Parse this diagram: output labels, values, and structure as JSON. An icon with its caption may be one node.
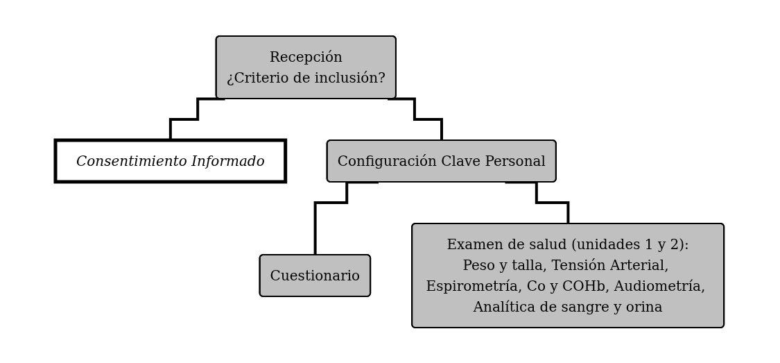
{
  "diagram": {
    "nodes": [
      {
        "text": [
          "Recepción",
          "¿Criterio de inclusión?"
        ]
      },
      {
        "text": [
          "Consentimiento Informado"
        ]
      },
      {
        "text": [
          "Configuración Clave Personal"
        ]
      },
      {
        "text": [
          "Cuestionario"
        ]
      },
      {
        "text": [
          "Examen de salud (unidades 1 y 2):",
          "Peso y talla, Tensión Arterial, Espirometría, Co y COHb, Audiometría, Analítica de sangre y orina"
        ]
      }
    ],
    "edges": [
      {
        "from": 0,
        "to": 1,
        "arrow": "none"
      },
      {
        "from": 0,
        "to": 2,
        "arrow": "none"
      },
      {
        "from": 2,
        "to": 3,
        "arrow": "none"
      },
      {
        "from": 2,
        "to": 4,
        "arrow": "none"
      }
    ]
  }
}
